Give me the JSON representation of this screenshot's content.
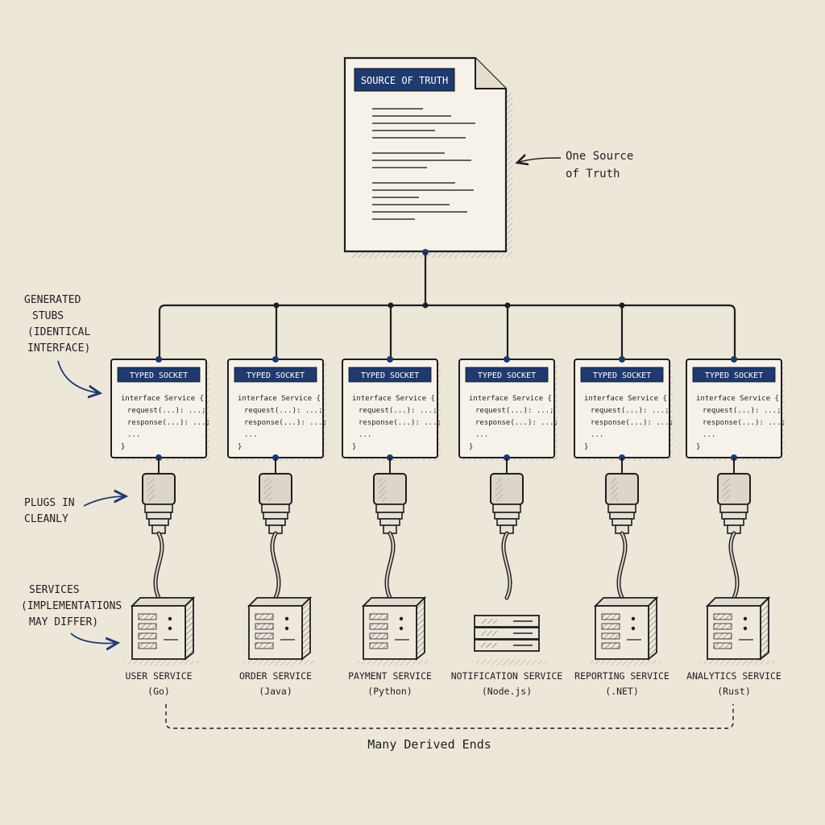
{
  "source": {
    "label": "SOURCE OF TRUTH"
  },
  "annotations": {
    "source_line1": "One Source",
    "source_line2": "of Truth",
    "stubs_lines": [
      "GENERATED",
      "STUBS",
      "(IDENTICAL",
      "INTERFACE)"
    ],
    "plugs_lines": [
      "PLUGS IN",
      "CLEANLY"
    ],
    "services_lines": [
      "SERVICES",
      "(IMPLEMENTATIONS",
      "MAY DIFFER)"
    ],
    "footer": "Many Derived Ends"
  },
  "socket": {
    "label": "TYPED SOCKET",
    "code": [
      "interface Service {",
      "request(...): ...;",
      "response(...): ...;",
      "...",
      "}"
    ]
  },
  "services": [
    {
      "name": "USER SERVICE",
      "lang": "(Go)"
    },
    {
      "name": "ORDER SERVICE",
      "lang": "(Java)"
    },
    {
      "name": "PAYMENT SERVICE",
      "lang": "(Python)"
    },
    {
      "name": "NOTIFICATION SERVICE",
      "lang": "(Node.js)"
    },
    {
      "name": "REPORTING SERVICE",
      "lang": "(.NET)"
    },
    {
      "name": "ANALYTICS SERVICE",
      "lang": "(Rust)"
    }
  ],
  "colors": {
    "background": "#ede7da",
    "badge": "#1f3a6e",
    "ink": "#1e1e1e",
    "paper": "#f6f2ea"
  }
}
